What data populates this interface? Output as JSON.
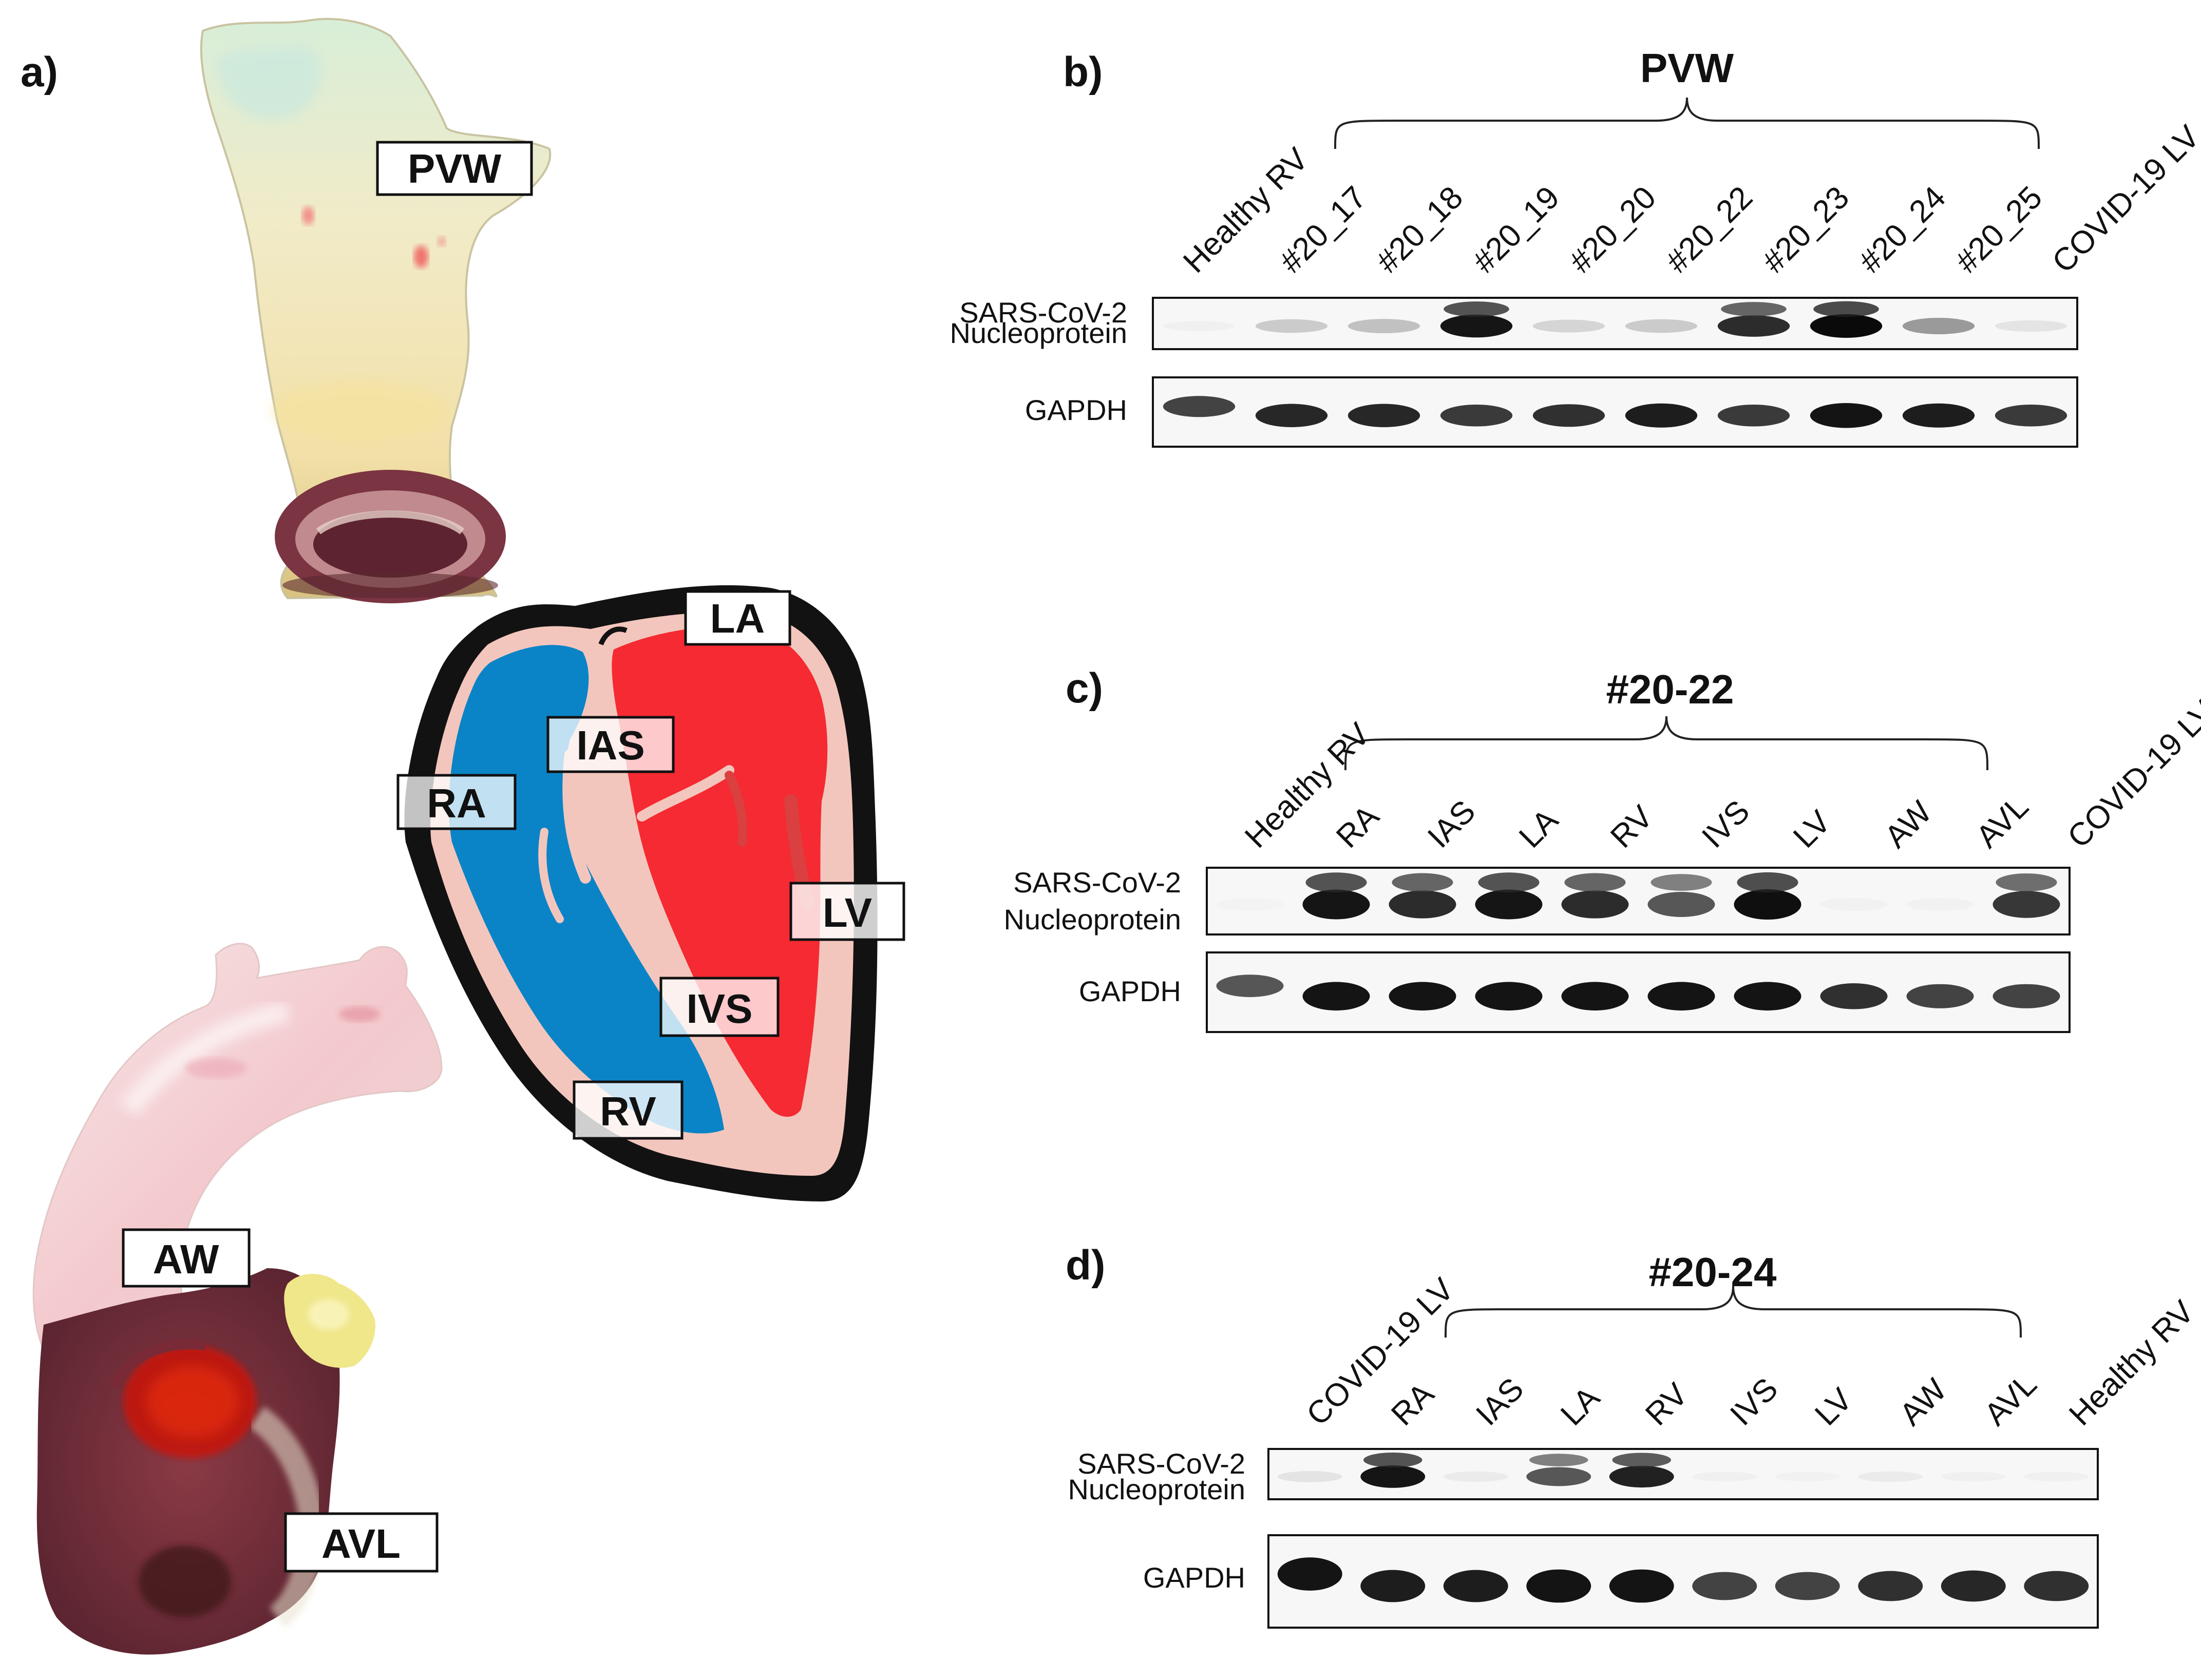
{
  "panel_a": {
    "letter": "a)",
    "labels": {
      "pvw": "PVW",
      "la": "LA",
      "ias": "IAS",
      "ra": "RA",
      "lv": "LV",
      "ivs": "IVS",
      "rv": "RV",
      "aw": "AW",
      "avl": "AVL"
    }
  },
  "blots": [
    {
      "letter": "b)",
      "group": "PVW",
      "rows": [
        "SARS-CoV-2",
        "Nucleoprotein",
        "GAPDH"
      ],
      "lanes": [
        "Healthy RV",
        "#20_17",
        "#20_18",
        "#20_19",
        "#20_20",
        "#20_22",
        "#20_23",
        "#20_24",
        "#20_25",
        "COVID-19 LV"
      ],
      "nucleoprotein_intensity": [
        0.05,
        0.3,
        0.35,
        0.95,
        0.25,
        0.3,
        0.85,
        1.0,
        0.5,
        0.15
      ],
      "gapdh_intensity": [
        0.7,
        0.85,
        0.85,
        0.75,
        0.8,
        0.9,
        0.75,
        0.95,
        0.9,
        0.75
      ]
    },
    {
      "letter": "c)",
      "group": "#20-22",
      "rows": [
        "SARS-CoV-2",
        "Nucleoprotein",
        "GAPDH"
      ],
      "lanes": [
        "Healthy RV",
        "RA",
        "IAS",
        "LA",
        "RV",
        "IVS",
        "LV",
        "AW",
        "AVL",
        "COVID-19 LV"
      ],
      "nucleoprotein_intensity": [
        0.02,
        0.95,
        0.85,
        0.95,
        0.85,
        0.7,
        0.98,
        0.04,
        0.03,
        0.8
      ],
      "gapdh_intensity": [
        0.6,
        0.95,
        0.95,
        0.95,
        0.95,
        0.95,
        0.95,
        0.8,
        0.7,
        0.7
      ]
    },
    {
      "letter": "d)",
      "group": "#20-24",
      "rows": [
        "SARS-CoV-2",
        "Nucleoprotein",
        "GAPDH"
      ],
      "lanes": [
        "COVID-19 LV",
        "RA",
        "IAS",
        "LA",
        "RV",
        "IVS",
        "LV",
        "AW",
        "AVL",
        "Healthy RV"
      ],
      "nucleoprotein_intensity": [
        0.15,
        0.95,
        0.1,
        0.7,
        0.9,
        0.05,
        0.03,
        0.1,
        0.05,
        0.05
      ],
      "gapdh_intensity": [
        0.95,
        0.9,
        0.9,
        0.95,
        0.95,
        0.7,
        0.7,
        0.8,
        0.85,
        0.8
      ]
    }
  ],
  "colors": {
    "blood_blue": "#0a84c6",
    "blood_red": "#f52a32",
    "tissue_pink": "#f3c6bd",
    "outline": "#121212"
  }
}
